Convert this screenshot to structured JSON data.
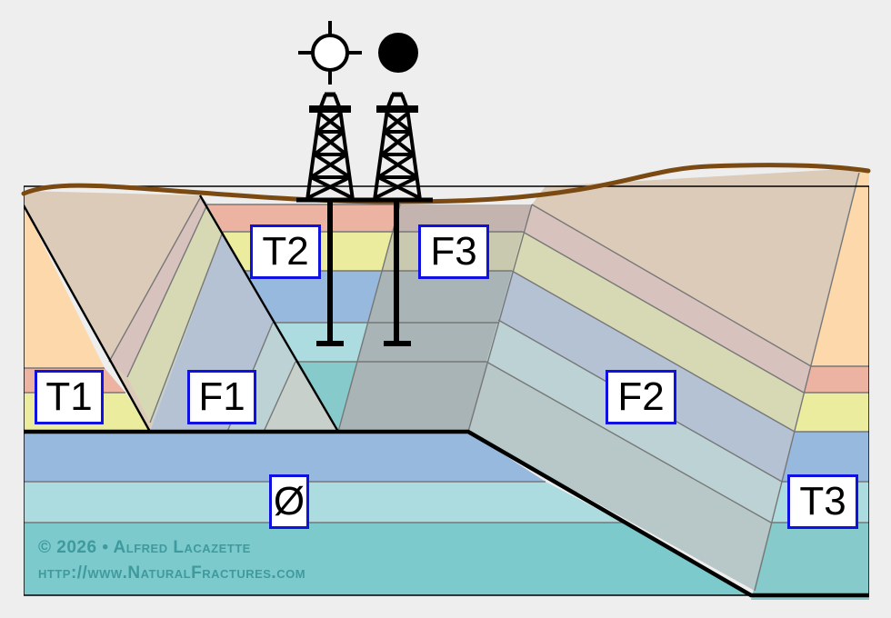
{
  "labels": {
    "t1": "T1",
    "t2": "T2",
    "t3": "T3",
    "f1": "F1",
    "f2": "F2",
    "f3": "F3",
    "basement": "Ø"
  },
  "credit": {
    "copyright": "© 2026 • Alfred Lacazette",
    "url": "http://www.NaturalFractures.com"
  },
  "colors": {
    "background": "#eeeeee",
    "topsoil": "#dccbb8",
    "ground_line": "#7a4a12",
    "layer_orange": "#fdd8aa",
    "layer_pink": "#ecb3a3",
    "layer_yellow": "#ecec9e",
    "layer_blue": "#97b9de",
    "layer_lightblue": "#acdce0",
    "layer_teal": "#7ccacb",
    "label_border": "#1010e0",
    "credit_text": "#3f9a9e"
  },
  "wells": [
    {
      "symbol": "open-circle-crosshair-icon"
    },
    {
      "symbol": "filled-circle-icon"
    }
  ]
}
